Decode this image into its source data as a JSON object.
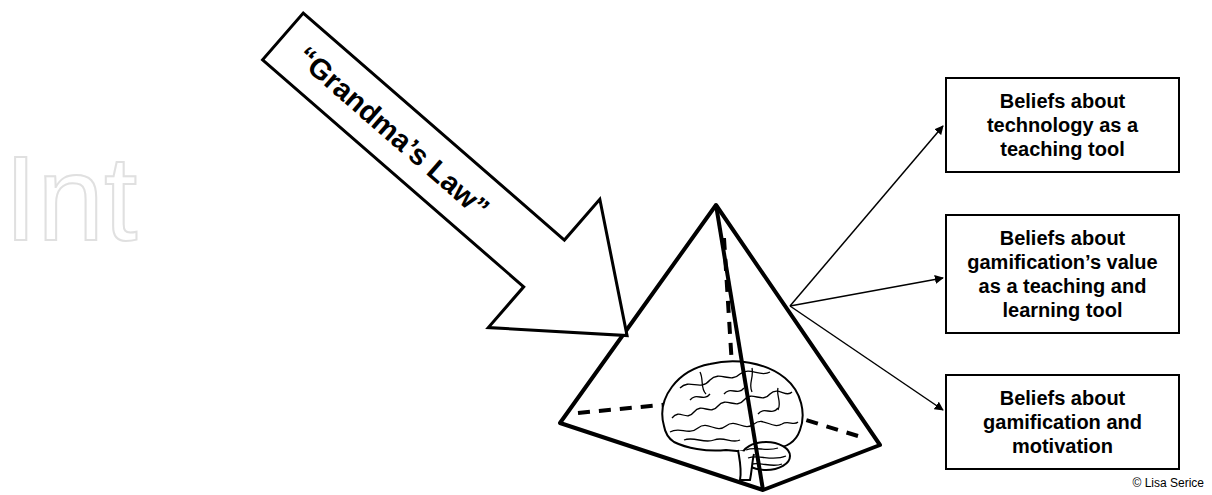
{
  "diagram": {
    "nodes": [
      {
        "text": [
          "“Grandma’s Law”"
        ]
      },
      {
        "text": [
          "Beliefs about technology as a teaching tool"
        ]
      },
      {
        "text": [
          "Beliefs about gamification’s value as a teaching and learning tool"
        ]
      },
      {
        "text": [
          "Beliefs about gamification and motivation"
        ]
      }
    ],
    "labels": [
      "Int",
      "© Lisa Serice"
    ]
  }
}
